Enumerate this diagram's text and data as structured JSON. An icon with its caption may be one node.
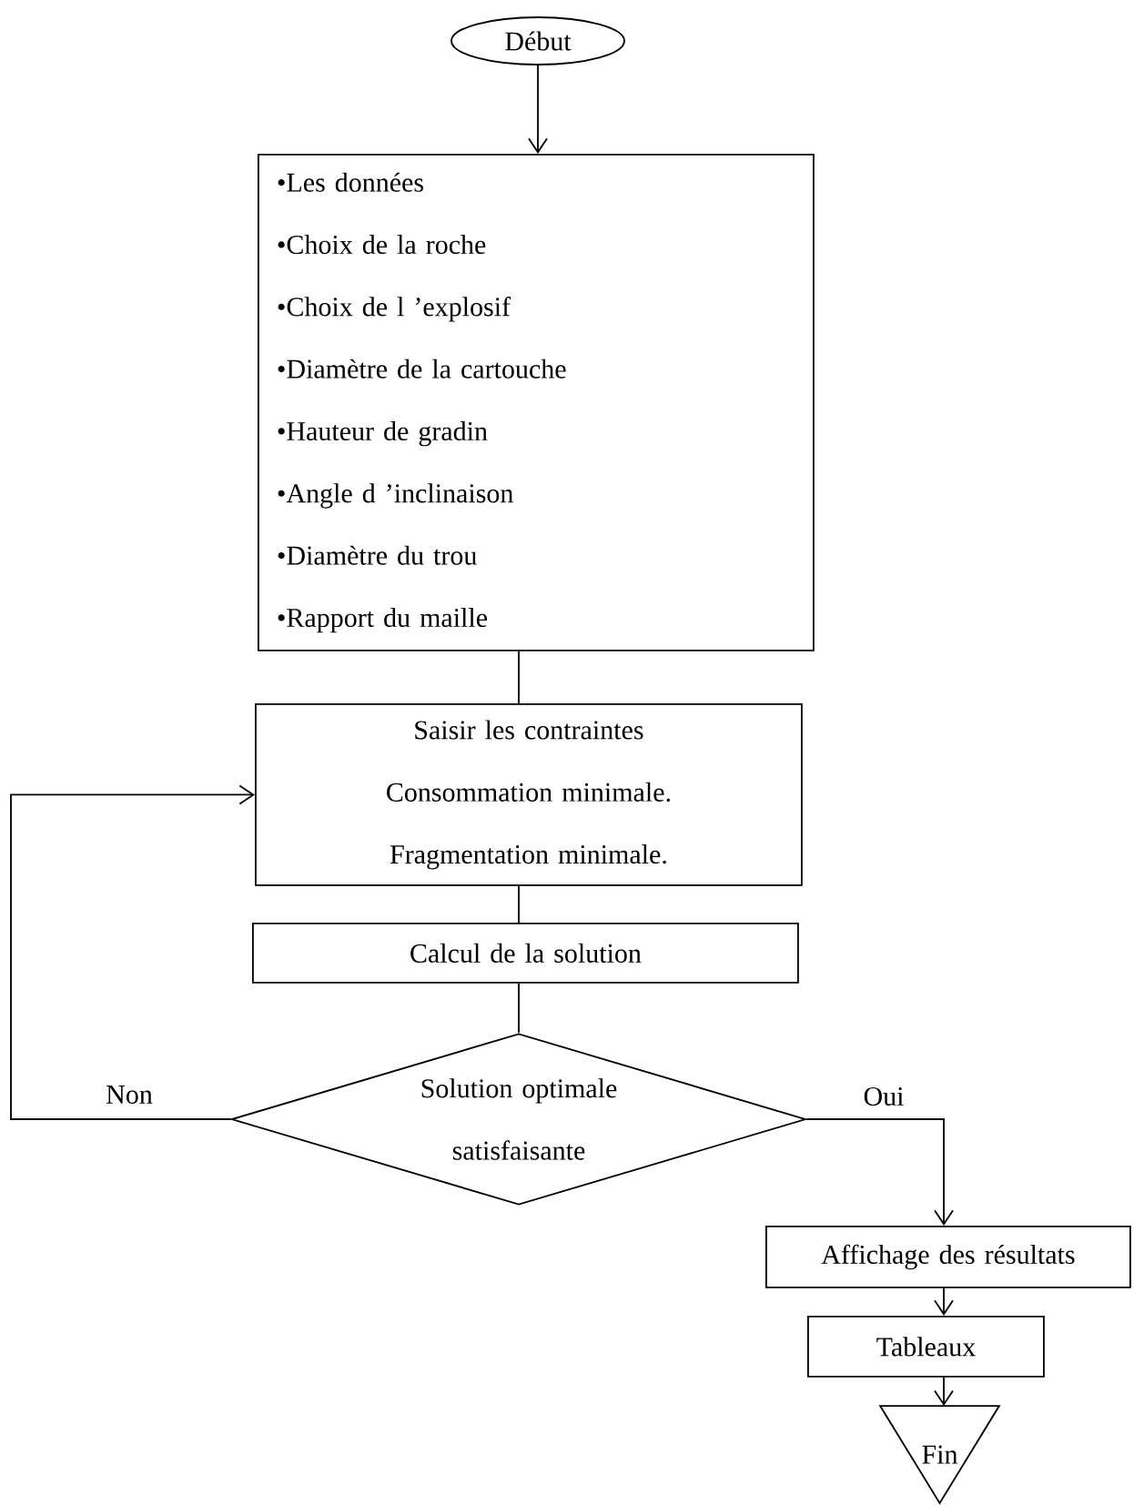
{
  "diagram": {
    "nodes": [
      {
        "text": [
          "Début"
        ]
      },
      {
        "text": [
          "•Les données",
          "•Choix de la roche",
          "•Choix de l ’explosif",
          "•Diamètre de la cartouche",
          "•Hauteur de gradin",
          "•Angle d ’inclinaison",
          "•Diamètre du trou",
          "•Rapport du maille"
        ]
      },
      {
        "text": [
          "Saisir les contraintes",
          "Consommation minimale.",
          "Fragmentation minimale."
        ]
      },
      {
        "text": [
          "Calcul de la solution"
        ]
      },
      {
        "text": [
          "Solution optimale satisfaisante"
        ]
      },
      {
        "text": [
          "Affichage des résultats"
        ]
      },
      {
        "text": [
          "Tableaux"
        ]
      },
      {
        "text": [
          "Fin"
        ]
      }
    ],
    "edges": [
      {
        "from": 0,
        "to": 1,
        "arrow": "to"
      },
      {
        "from": 1,
        "to": 2,
        "arrow": "none"
      },
      {
        "from": 2,
        "to": 3,
        "arrow": "none"
      },
      {
        "from": 3,
        "to": 4,
        "arrow": "none"
      },
      {
        "from": 4,
        "to": 2,
        "arrow": "to",
        "label": "Non"
      },
      {
        "from": 4,
        "to": 5,
        "arrow": "to",
        "label": "Oui"
      },
      {
        "from": 5,
        "to": 6,
        "arrow": "to"
      },
      {
        "from": 6,
        "to": 7,
        "arrow": "to"
      }
    ]
  }
}
